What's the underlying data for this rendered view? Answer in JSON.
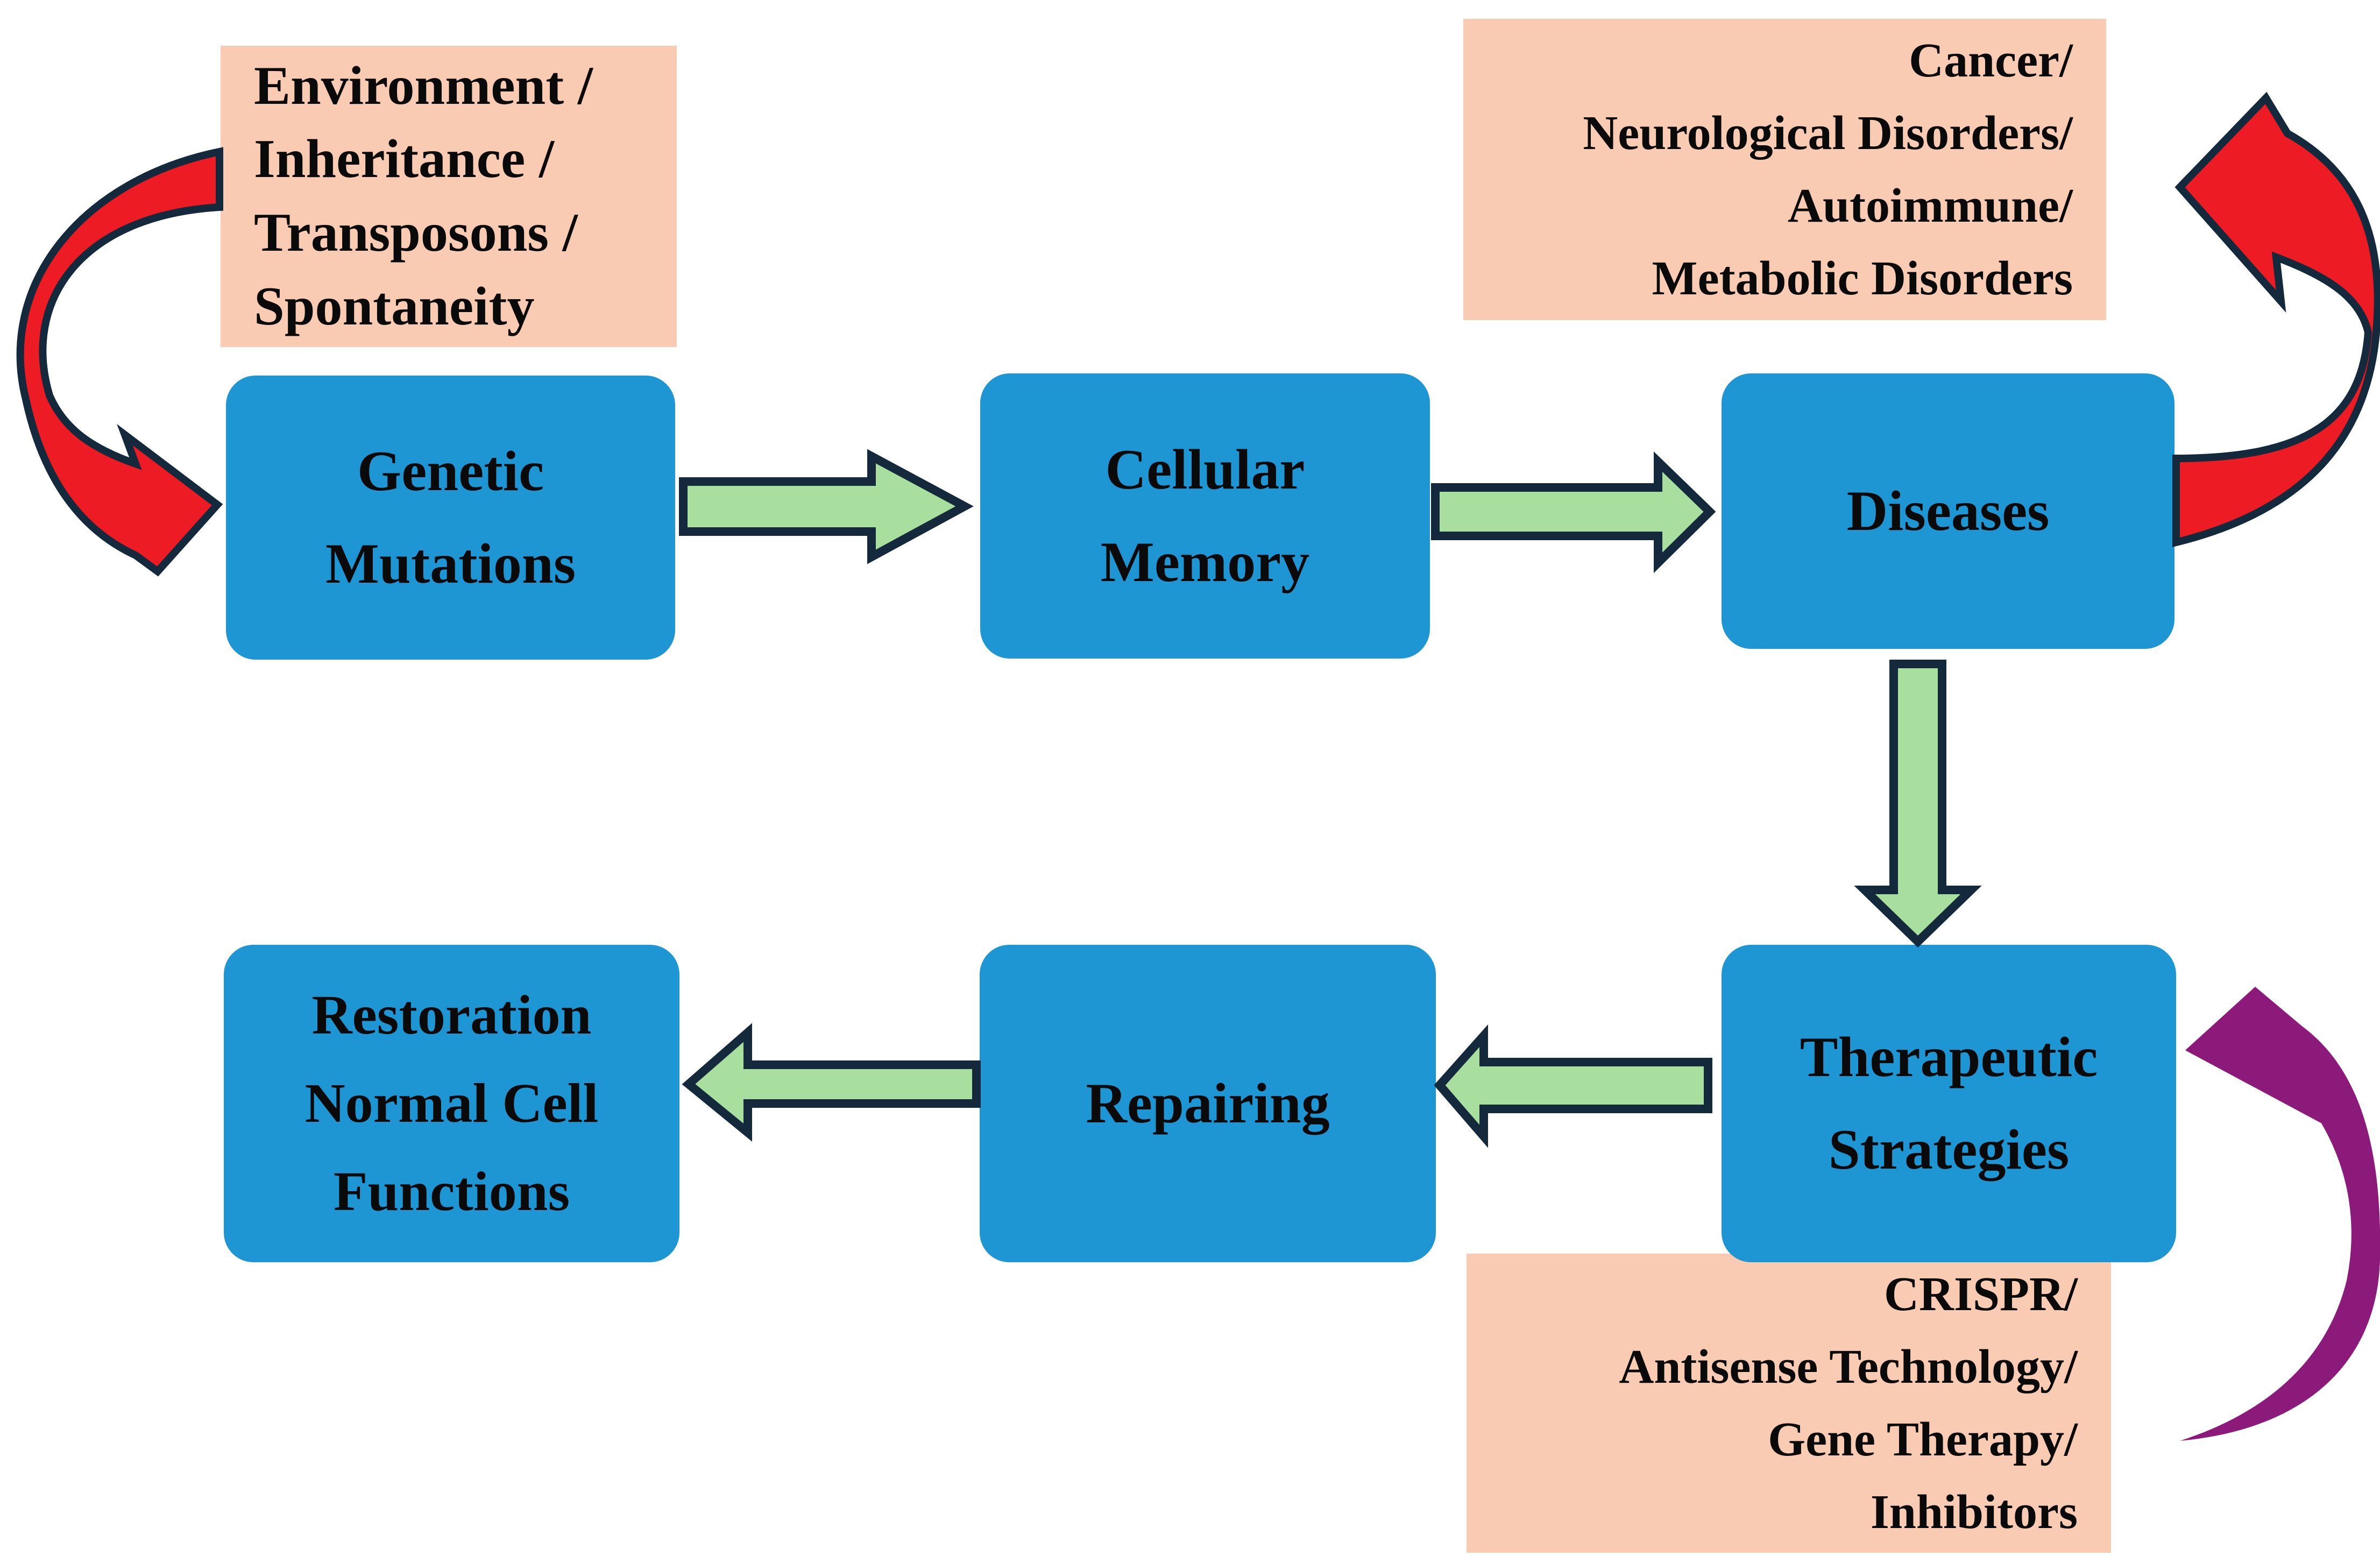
{
  "diagram": {
    "colors": {
      "background": "#FFFFFF",
      "process_fill": "#1E96D3",
      "annotation_fill": "#FACBB3",
      "arrow_green_fill": "#A8DE9E",
      "arrow_outline": "#14293C",
      "arrow_red": "#ED1C24",
      "arrow_purple": "#8C1A7B",
      "text": "#0A0A0A"
    },
    "process_boxes": [
      {
        "id": "genetic-mutations",
        "lines": [
          "Genetic",
          "Mutations"
        ]
      },
      {
        "id": "cellular-memory",
        "lines": [
          "Cellular",
          "Memory"
        ]
      },
      {
        "id": "diseases",
        "lines": [
          "Diseases"
        ]
      },
      {
        "id": "therapeutic-strategies",
        "lines": [
          "Therapeutic",
          "Strategies"
        ]
      },
      {
        "id": "repairing",
        "lines": [
          "Repairing"
        ]
      },
      {
        "id": "restoration",
        "lines": [
          "Restoration",
          "Normal Cell",
          "Functions"
        ]
      }
    ],
    "annotation_boxes": [
      {
        "id": "mutation-causes",
        "align": "left",
        "lines": [
          "Environment /",
          "Inheritance /",
          "Transposons /",
          "Spontaneity"
        ]
      },
      {
        "id": "disease-types",
        "align": "right",
        "lines": [
          "Cancer/",
          "Neurological Disorders/",
          "Autoimmune/",
          "Metabolic Disorders"
        ]
      },
      {
        "id": "therapy-methods",
        "align": "right",
        "lines": [
          "CRISPR/",
          "Antisense Technology/",
          "Gene Therapy/",
          "Inhibitors"
        ]
      }
    ],
    "connections": [
      {
        "from": "mutation-causes",
        "to": "genetic-mutations",
        "shape": "curved",
        "color": "red"
      },
      {
        "from": "genetic-mutations",
        "to": "cellular-memory",
        "shape": "straight",
        "color": "green"
      },
      {
        "from": "cellular-memory",
        "to": "diseases",
        "shape": "straight",
        "color": "green"
      },
      {
        "from": "diseases",
        "to": "disease-types",
        "shape": "curved",
        "color": "red"
      },
      {
        "from": "diseases",
        "to": "therapeutic-strategies",
        "shape": "straight",
        "color": "green"
      },
      {
        "from": "therapeutic-strategies",
        "to": "repairing",
        "shape": "straight",
        "color": "green"
      },
      {
        "from": "repairing",
        "to": "restoration",
        "shape": "straight",
        "color": "green"
      },
      {
        "from": "therapy-methods",
        "to": "therapeutic-strategies",
        "shape": "curved",
        "color": "purple"
      }
    ]
  }
}
